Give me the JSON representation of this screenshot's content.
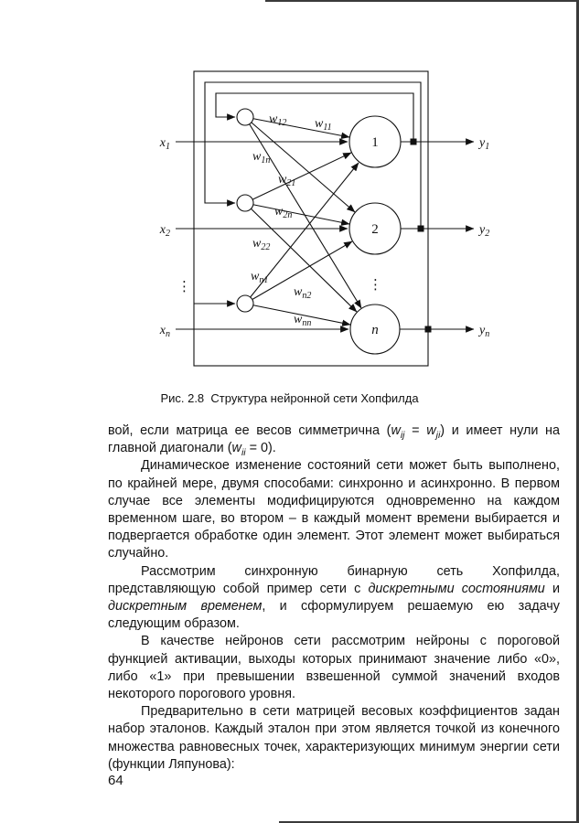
{
  "page": {
    "number": "64"
  },
  "figure": {
    "caption": "Рис. 2.8  Структура нейронной сети Хопфилда",
    "diagram": {
      "inputs": [
        {
          "base": "x",
          "sub": "1"
        },
        {
          "base": "x",
          "sub": "2"
        },
        {
          "base": "x",
          "sub": "n"
        }
      ],
      "outputs": [
        {
          "base": "y",
          "sub": "1"
        },
        {
          "base": "y",
          "sub": "2"
        },
        {
          "base": "y",
          "sub": "n"
        }
      ],
      "neurons": [
        "1",
        "2",
        "n"
      ],
      "weights": [
        {
          "base": "w",
          "sub": "12"
        },
        {
          "base": "w",
          "sub": "11"
        },
        {
          "base": "w",
          "sub": "1n"
        },
        {
          "base": "w",
          "sub": "21"
        },
        {
          "base": "w",
          "sub": "2n"
        },
        {
          "base": "w",
          "sub": "22"
        },
        {
          "base": "w",
          "sub": "n1"
        },
        {
          "base": "w",
          "sub": "n2"
        },
        {
          "base": "w",
          "sub": "nn"
        }
      ],
      "ellipsis": "⋮"
    }
  },
  "body": {
    "paragraphs": [
      {
        "indent": false,
        "segments": [
          {
            "t": "вой, если матрица ее весов симметрична ("
          },
          {
            "t": "w",
            "s": "i"
          },
          {
            "t": "ij",
            "s": "isub"
          },
          {
            "t": " = "
          },
          {
            "t": "w",
            "s": "i"
          },
          {
            "t": "ji",
            "s": "isub"
          },
          {
            "t": ") и имеет нули на главной диагонали ("
          },
          {
            "t": "w",
            "s": "i"
          },
          {
            "t": "ii",
            "s": "isub"
          },
          {
            "t": " = 0)."
          }
        ]
      },
      {
        "indent": true,
        "segments": [
          {
            "t": "Динамическое изменение состояний сети может быть выполнено, по крайней мере, двумя способами: синхронно и асинхронно. В первом случае все элементы модифицируются одновременно на каждом временном шаге, во втором – в каждый момент времени выбирается и подвергается обработке один элемент. Этот элемент может выбираться случайно."
          }
        ]
      },
      {
        "indent": true,
        "segments": [
          {
            "t": "Рассмотрим синхронную бинарную сеть Хопфилда, представляющую собой пример сети с "
          },
          {
            "t": "дискретными состояниями",
            "s": "i"
          },
          {
            "t": " и "
          },
          {
            "t": "дискретным временем",
            "s": "i"
          },
          {
            "t": ", и сформулируем решаемую ею задачу следующим образом."
          }
        ]
      },
      {
        "indent": true,
        "segments": [
          {
            "t": "В качестве нейронов сети рассмотрим нейроны с пороговой функцией активации, выходы которых принимают значение либо «0», либо «1» при превышении взвешенной суммой значений входов некоторого порогового уровня."
          }
        ]
      },
      {
        "indent": true,
        "segments": [
          {
            "t": "Предварительно в сети матрицей весовых коэффициентов задан набор эталонов. Каждый эталон при этом является точкой из конечного множества равновесных точек, характеризующих минимум энергии сети (функции Ляпунова):"
          }
        ]
      }
    ]
  }
}
